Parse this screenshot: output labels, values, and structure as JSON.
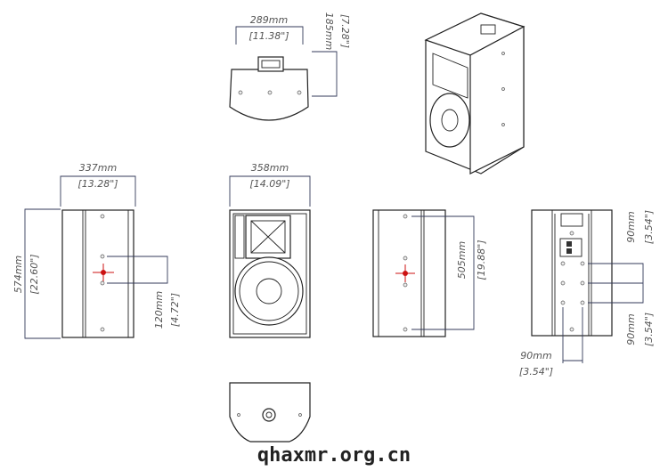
{
  "dimensions": {
    "top_width_mm": "289mm",
    "top_width_in": "[11.38\"]",
    "top_depth_mm": "185mm",
    "top_depth_in": "[7.28\"]",
    "side_depth_mm": "337mm",
    "side_depth_in": "[13.28\"]",
    "height_mm": "574mm",
    "height_in": "[22.60\"]",
    "pole_spacing_mm": "120mm",
    "pole_spacing_in": "[4.72\"]",
    "front_width_mm": "358mm",
    "front_width_in": "[14.09\"]",
    "side_hole_spacing_mm": "505mm",
    "side_hole_spacing_in": "[19.88\"]",
    "rear_v1_mm": "90mm",
    "rear_v1_in": "[3.54\"]",
    "rear_v2_mm": "90mm",
    "rear_v2_in": "[3.54\"]",
    "rear_h_mm": "90mm",
    "rear_h_in": "[3.54\"]"
  },
  "watermark": "qhaxmr.org.cn",
  "colors": {
    "line": "#222222",
    "dimension": "#333a5a",
    "crosshair": "#cc1111"
  }
}
